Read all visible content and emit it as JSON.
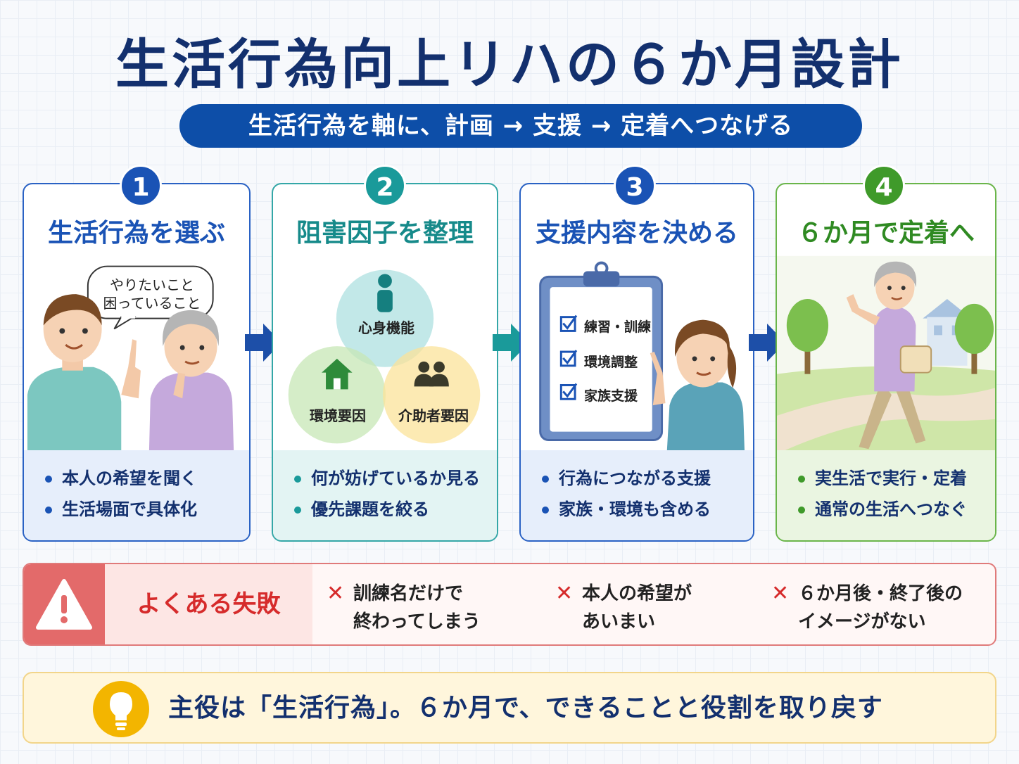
{
  "title": "生活行為向上リハの６か月設計",
  "subtitle": "生活行為を軸に、計画 → 支援 → 定着へつなげる",
  "steps": [
    {
      "number": "1",
      "title": "生活行為を選ぶ",
      "color": "#1a53b5",
      "speech_line1": "やりたいこと",
      "speech_line2": "困っていること",
      "bullets": [
        "本人の希望を聞く",
        "生活場面で具体化"
      ]
    },
    {
      "number": "2",
      "title": "阻害因子を整理",
      "color": "#1a9a9a",
      "circles": [
        "心身機能",
        "環境要因",
        "介助者要因"
      ],
      "bullets": [
        "何が妨げているか見る",
        "優先課題を絞る"
      ]
    },
    {
      "number": "3",
      "title": "支援内容を決める",
      "color": "#1a53b5",
      "checklist": [
        "練習・訓練",
        "環境調整",
        "家族支援"
      ],
      "bullets": [
        "行為につながる支援",
        "家族・環境も含める"
      ]
    },
    {
      "number": "4",
      "title": "６か月で定着へ",
      "color": "#3f9a2a",
      "bullets": [
        "実生活で実行・定着",
        "通常の生活へつなぐ"
      ]
    }
  ],
  "failures": {
    "label": "よくある失敗",
    "items": [
      {
        "line1": "訓練名だけで",
        "line2": "終わってしまう"
      },
      {
        "line1": "本人の希望が",
        "line2": "あいまい"
      },
      {
        "line1": "６か月後・終了後の",
        "line2": "イメージがない"
      }
    ]
  },
  "tip": "主役は「生活行為」。６か月で、できることと役割を取り戻す"
}
